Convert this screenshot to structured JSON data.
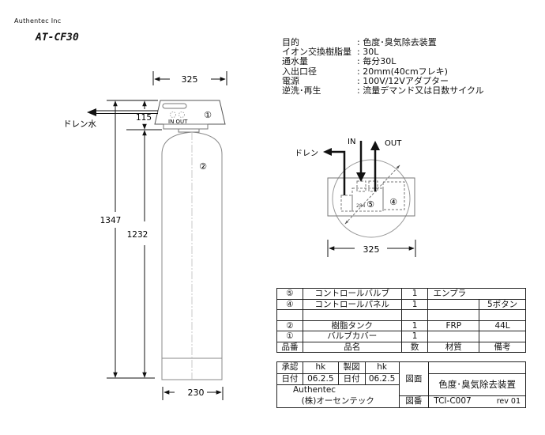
{
  "header": {
    "company": "Authentec Inc",
    "model": "AT-CF30"
  },
  "specs": [
    {
      "label": "目的",
      "value": ": 色度･臭気除去装置"
    },
    {
      "label": "イオン交換樹脂量",
      "value": ": 30L"
    },
    {
      "label": "通水量",
      "value": ": 毎分30L"
    },
    {
      "label": "入出口径",
      "value": ": 20mm(40cmフレキ)"
    },
    {
      "label": "電源",
      "value": ": 100V/12Vアダプター"
    },
    {
      "label": "逆洗･再生",
      "value": ": 流量デマンド又は日数サイクル"
    }
  ],
  "front_view": {
    "width_top": "325",
    "cap_height": "115",
    "total_height": "1347",
    "tank_height": "1232",
    "tank_width": "230",
    "drain_label": "ドレン水",
    "in_out_label": "IN OUT",
    "part1_marker": "①",
    "part2_marker": "②"
  },
  "top_view": {
    "in_label": "IN",
    "out_label": "OUT",
    "drain_label": "ドレン",
    "diagonal": "284",
    "width": "325",
    "part5_marker": "⑤",
    "part4_marker": "④"
  },
  "parts_table": {
    "rows": [
      {
        "no": "⑤",
        "name": "コントロールバルブ",
        "qty": "1",
        "material": "エンプラ",
        "note": ""
      },
      {
        "no": "④",
        "name": "コントロールパネル",
        "qty": "1",
        "material": "",
        "note": "5ボタン"
      },
      {
        "no": "",
        "name": "",
        "qty": "",
        "material": "",
        "note": ""
      },
      {
        "no": "②",
        "name": "樹脂タンク",
        "qty": "1",
        "material": "FRP",
        "note": "44L"
      },
      {
        "no": "①",
        "name": "バルブカバー",
        "qty": "1",
        "material": "",
        "note": ""
      }
    ],
    "headers": {
      "no": "品番",
      "name": "品名",
      "qty": "数",
      "material": "材質",
      "note": "備考"
    }
  },
  "title_block": {
    "approved_label": "承認",
    "approved_by": "hk",
    "drawn_label": "製図",
    "drawn_by": "hk",
    "date_label_1": "日付",
    "date_1": "06.2.5",
    "date_label_2": "日付",
    "date_2": "06.2.5",
    "company_en": "Authentec",
    "company_jp": "(株)オーセンテック",
    "drawing_label": "図面",
    "drawing_title": "色度･臭気除去装置",
    "drawing_no_label": "図番",
    "drawing_no": "TCI-C007",
    "revision": "rev 01"
  }
}
